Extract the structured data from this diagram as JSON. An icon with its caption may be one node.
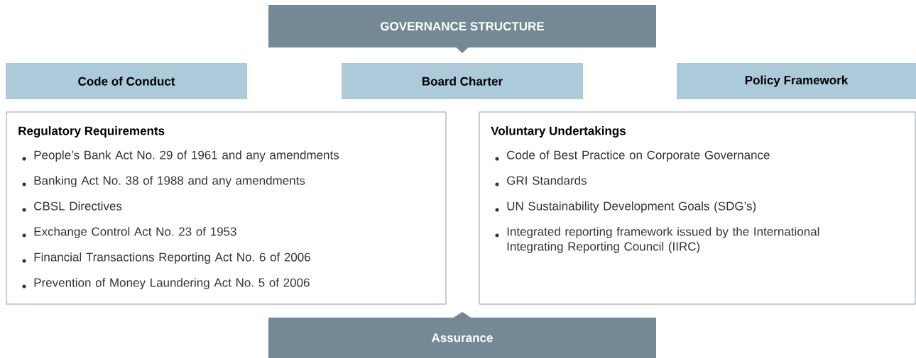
{
  "diagram": {
    "nodes": [
      {
        "text": [
          "GOVERNANCE STRUCTURE"
        ]
      },
      {
        "text": [
          "Code of Conduct"
        ]
      },
      {
        "text": [
          "Board Charter"
        ]
      },
      {
        "text": [
          "Policy Framework"
        ]
      },
      {
        "text": [
          "Regulatory Requirements",
          "People’s Bank Act No. 29 of 1961 and any amendments",
          "Banking Act No. 38 of 1988 and any amendments",
          "CBSL Directives",
          "Exchange Control Act No. 23 of 1953",
          "Financial Transactions Reporting Act No. 6 of 2006",
          "Prevention of Money Laundering Act No. 5 of 2006"
        ]
      },
      {
        "text": [
          "Voluntary Undertakings",
          "Code of Best Practice on Corporate Governance",
          "GRI Standards",
          "UN Sustainability Development Goals (SDG’s)",
          "Integrated reporting framework issued by the International Integrating Reporting Council (IIRC)"
        ]
      },
      {
        "text": [
          "Assurance"
        ]
      }
    ]
  }
}
